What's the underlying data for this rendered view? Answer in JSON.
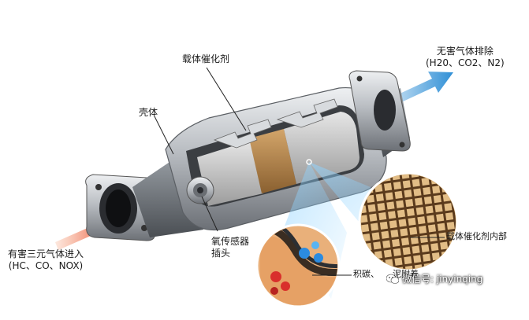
{
  "labels": {
    "catalyst_carrier": "载体催化剂",
    "harmless_gas_line1": "无害气体排除",
    "harmless_gas_line2": "(H20、CO2、N2)",
    "shell": "壳体",
    "harmful_gas_line1": "有害三元气体进入",
    "harmful_gas_line2": "(HC、CO、NOX)",
    "oxygen_sensor_line1": "氧传感器",
    "oxygen_sensor_line2": "插头",
    "carrier_interior": "载体催化剂内部",
    "carbon_deposit": "积碳、",
    "sludge": "泥附着"
  },
  "watermark": {
    "text": "微信号: jinyinqing",
    "icon": "wechat-icon"
  },
  "colors": {
    "inlet_arrow": "#e8432b",
    "outlet_arrow": "#2f8fd6",
    "catalyst_band": "#b98a4e",
    "shell_metal": "#c4c8cc",
    "honeycomb": "#d9b27a"
  }
}
